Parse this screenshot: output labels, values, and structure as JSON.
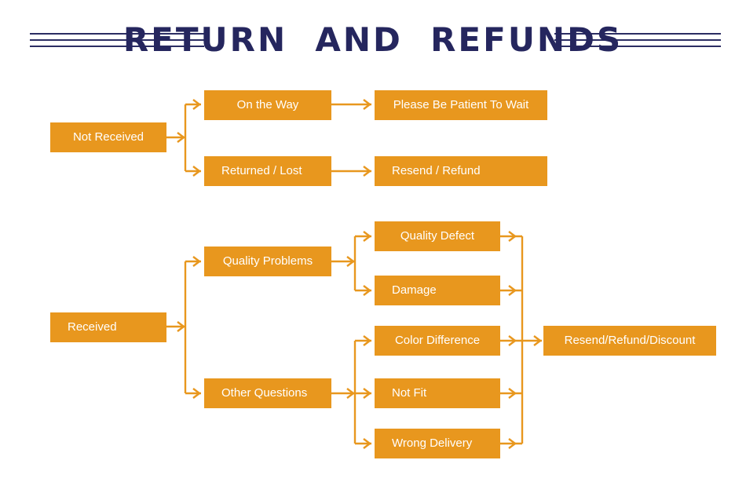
{
  "page": {
    "title": "RETURN  AND  REFUNDS",
    "background": "#ffffff"
  },
  "colors": {
    "box_fill": "#e8971e",
    "box_text": "#ffffff",
    "connector": "#e8971e",
    "title_navy": "#25265e",
    "rule_navy": "#2b2d63"
  },
  "diagram": {
    "type": "flowchart",
    "orientation": "left-to-right",
    "sections": [
      {
        "id": "not-received",
        "root": {
          "label": "Not Received",
          "align": "center"
        },
        "branches": [
          {
            "label": "On the Way",
            "align": "center",
            "outcome": {
              "label": "Please Be Patient To Wait",
              "align": "center"
            }
          },
          {
            "label": "Returned / Lost",
            "align": "left",
            "outcome": {
              "label": "Resend / Refund",
              "align": "left"
            }
          }
        ]
      },
      {
        "id": "received",
        "root": {
          "label": "Received",
          "align": "left"
        },
        "branches": [
          {
            "label": "Quality Problems",
            "align": "center",
            "children": [
              {
                "label": "Quality Defect",
                "align": "center"
              },
              {
                "label": "Damage",
                "align": "left"
              }
            ]
          },
          {
            "label": "Other Questions",
            "align": "left",
            "children": [
              {
                "label": "Color Difference",
                "align": "center"
              },
              {
                "label": "Not Fit",
                "align": "left"
              },
              {
                "label": "Wrong Delivery",
                "align": "left"
              }
            ]
          }
        ],
        "outcome": {
          "label": "Resend/Refund/Discount",
          "align": "center"
        }
      }
    ]
  },
  "nodes": {
    "not_received": "Not Received",
    "on_the_way": "On the Way",
    "please_be_patient": "Please Be Patient To Wait",
    "returned_lost": "Returned / Lost",
    "resend_refund": "Resend / Refund",
    "received": "Received",
    "quality_problems": "Quality Problems",
    "quality_defect": "Quality Defect",
    "damage": "Damage",
    "other_questions": "Other Questions",
    "color_difference": "Color Difference",
    "not_fit": "Not Fit",
    "wrong_delivery": "Wrong Delivery",
    "resend_refund_discount": "Resend/Refund/Discount"
  }
}
